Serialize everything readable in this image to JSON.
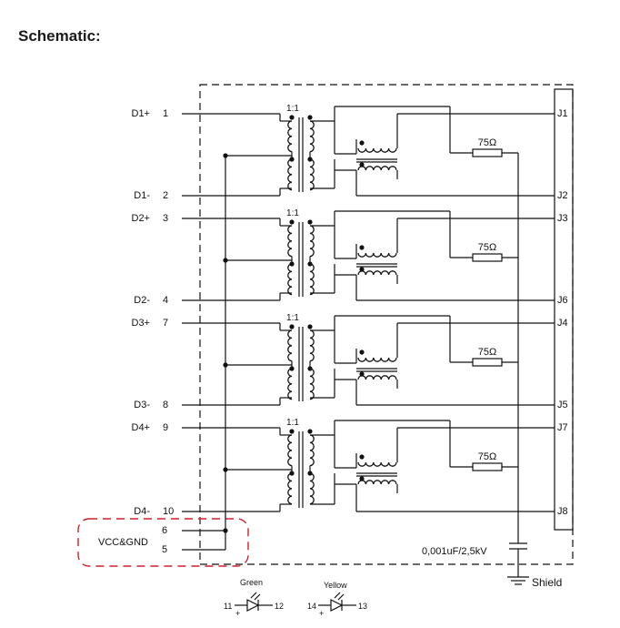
{
  "title": "Schematic:",
  "pins": [
    {
      "name": "D1+",
      "num": "1"
    },
    {
      "name": "D1-",
      "num": "2"
    },
    {
      "name": "D2+",
      "num": "3"
    },
    {
      "name": "D2-",
      "num": "4"
    },
    {
      "name": "D3+",
      "num": "7"
    },
    {
      "name": "D3-",
      "num": "8"
    },
    {
      "name": "D4+",
      "num": "9"
    },
    {
      "name": "D4-",
      "num": "10"
    }
  ],
  "jacks": [
    "J1",
    "J2",
    "J3",
    "J6",
    "J4",
    "J5",
    "J7",
    "J8"
  ],
  "ratio": "1:1",
  "resistor": "75Ω",
  "vcc": {
    "label": "VCC&GND",
    "pin_a": "6",
    "pin_b": "5"
  },
  "capacitor": "0,001uF/2,5kV",
  "shield": "Shield",
  "leds": [
    {
      "name": "Green",
      "anode": "11",
      "cathode": "12"
    },
    {
      "name": "Yellow",
      "anode": "14",
      "cathode": "13"
    }
  ],
  "plus": "+"
}
